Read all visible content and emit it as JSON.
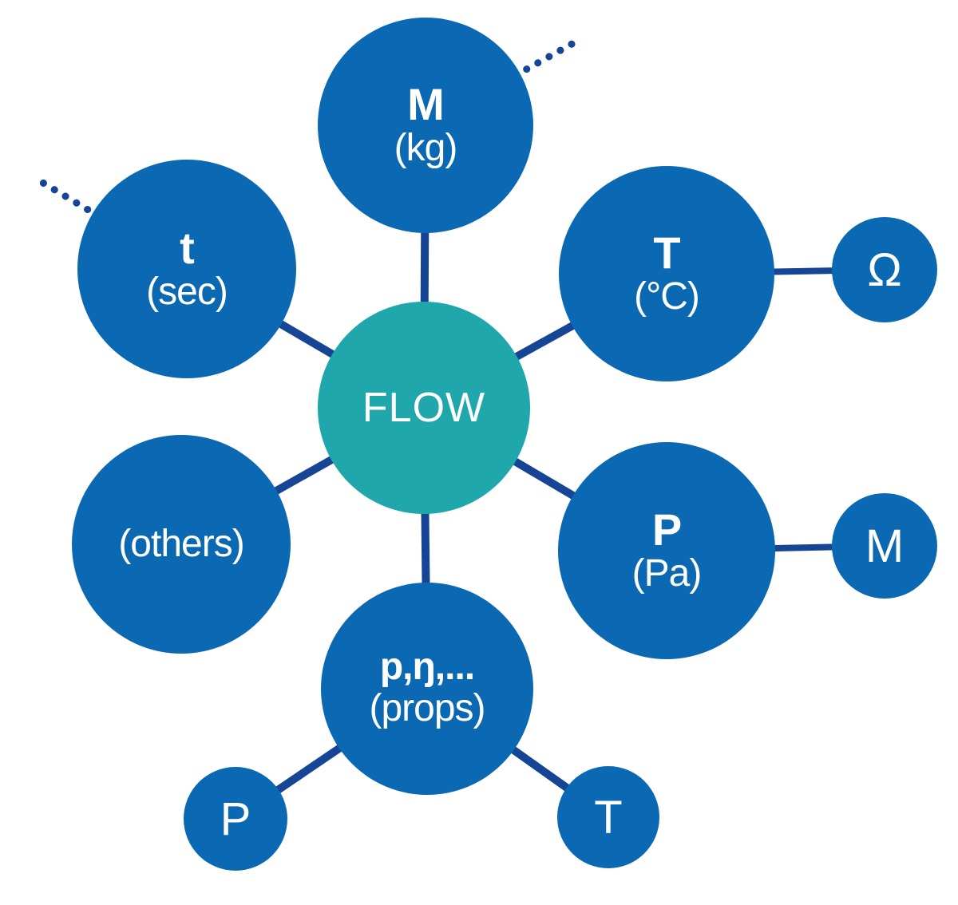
{
  "diagram": {
    "center": {
      "id": "flow",
      "label": "FLOW"
    },
    "nodes": [
      {
        "id": "mass",
        "symbol": "M",
        "unit": "(kg)"
      },
      {
        "id": "time",
        "symbol": "t",
        "unit": "(sec)"
      },
      {
        "id": "temperature",
        "symbol": "T",
        "unit": "(°C)"
      },
      {
        "id": "pressure",
        "symbol": "P",
        "unit": "(Pa)"
      },
      {
        "id": "properties",
        "symbol": "p,ŋ,...",
        "unit": "(props)"
      },
      {
        "id": "others",
        "label": "(others)"
      }
    ],
    "satellites": [
      {
        "id": "omega-satellite",
        "label": "Ω"
      },
      {
        "id": "mass-satellite",
        "label": "M"
      },
      {
        "id": "pressure-satellite",
        "label": "P"
      },
      {
        "id": "temperature-satellite",
        "label": "T"
      }
    ],
    "connections": [
      {
        "from": "flow",
        "to": "mass",
        "style": "solid"
      },
      {
        "from": "flow",
        "to": "time",
        "style": "solid"
      },
      {
        "from": "flow",
        "to": "temperature",
        "style": "solid"
      },
      {
        "from": "flow",
        "to": "others",
        "style": "solid"
      },
      {
        "from": "flow",
        "to": "pressure",
        "style": "solid"
      },
      {
        "from": "flow",
        "to": "properties",
        "style": "solid"
      },
      {
        "from": "temperature",
        "to": "omega-satellite",
        "style": "solid"
      },
      {
        "from": "pressure",
        "to": "mass-satellite",
        "style": "solid"
      },
      {
        "from": "properties",
        "to": "pressure-satellite",
        "style": "solid"
      },
      {
        "from": "properties",
        "to": "temperature-satellite",
        "style": "solid"
      },
      {
        "from": "mass",
        "to": "offscreen-top-right",
        "style": "dotted"
      },
      {
        "from": "time",
        "to": "offscreen-top-left",
        "style": "dotted"
      }
    ],
    "colors": {
      "node_blue": "#0B69B4",
      "center_teal": "#1FA7AB",
      "connector_navy": "#174596",
      "text_white": "#FFFFFF",
      "background": "#FFFFFF"
    }
  }
}
